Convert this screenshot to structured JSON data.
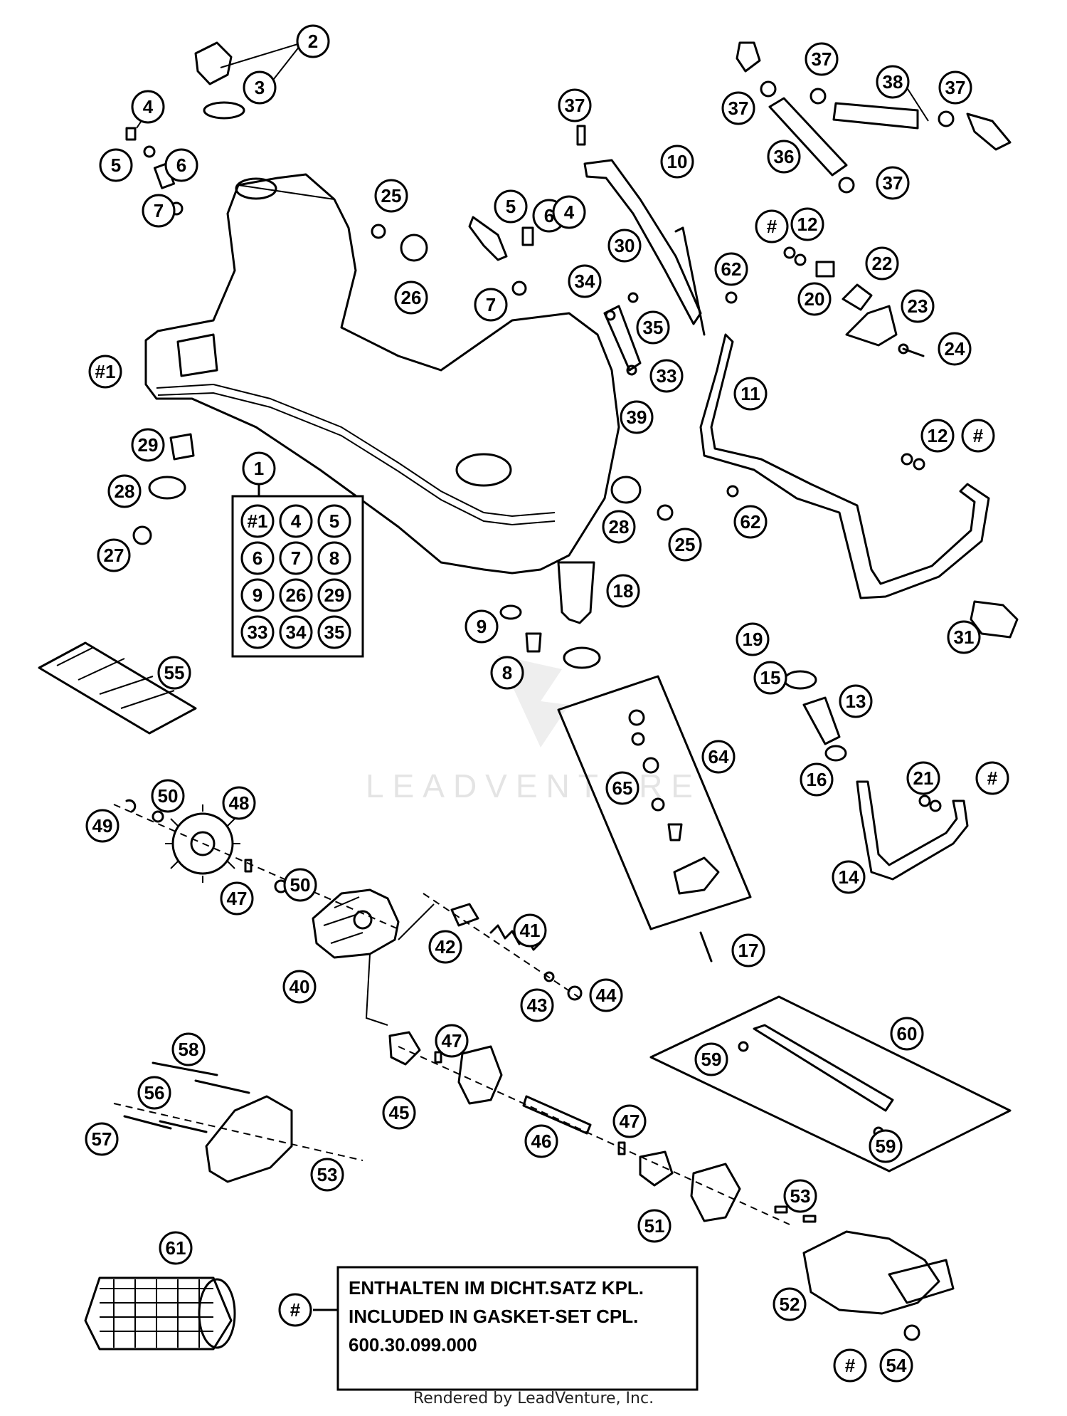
{
  "diagram": {
    "footer": "Rendered by LeadVenture, Inc.",
    "watermark": "LEADVENTURE",
    "note": {
      "symbol": "#",
      "lines": [
        "ENTHALTEN IM DICHT.SATZ KPL.",
        "INCLUDED IN GASKET-SET CPL.",
        "600.30.099.000"
      ]
    },
    "kit_header": "1",
    "kit_items": [
      "#1",
      "4",
      "5",
      "6",
      "7",
      "8",
      "9",
      "26",
      "29",
      "33",
      "34",
      "35"
    ],
    "callouts": [
      {
        "label": "2"
      },
      {
        "label": "3"
      },
      {
        "label": "4"
      },
      {
        "label": "5"
      },
      {
        "label": "6"
      },
      {
        "label": "7"
      },
      {
        "label": "#1"
      },
      {
        "label": "25"
      },
      {
        "label": "26"
      },
      {
        "label": "6"
      },
      {
        "label": "5"
      },
      {
        "label": "4"
      },
      {
        "label": "7"
      },
      {
        "label": "37"
      },
      {
        "label": "10"
      },
      {
        "label": "30"
      },
      {
        "label": "34"
      },
      {
        "label": "35"
      },
      {
        "label": "33"
      },
      {
        "label": "39"
      },
      {
        "label": "37"
      },
      {
        "label": "38"
      },
      {
        "label": "37"
      },
      {
        "label": "37"
      },
      {
        "label": "36"
      },
      {
        "label": "37"
      },
      {
        "label": "#"
      },
      {
        "label": "12"
      },
      {
        "label": "22"
      },
      {
        "label": "20"
      },
      {
        "label": "23"
      },
      {
        "label": "62"
      },
      {
        "label": "24"
      },
      {
        "label": "11"
      },
      {
        "label": "12"
      },
      {
        "label": "#"
      },
      {
        "label": "29"
      },
      {
        "label": "28"
      },
      {
        "label": "27"
      },
      {
        "label": "28"
      },
      {
        "label": "25"
      },
      {
        "label": "62"
      },
      {
        "label": "18"
      },
      {
        "label": "9"
      },
      {
        "label": "19"
      },
      {
        "label": "8"
      },
      {
        "label": "31"
      },
      {
        "label": "55"
      },
      {
        "label": "15"
      },
      {
        "label": "13"
      },
      {
        "label": "64"
      },
      {
        "label": "65"
      },
      {
        "label": "16"
      },
      {
        "label": "21"
      },
      {
        "label": "#"
      },
      {
        "label": "14"
      },
      {
        "label": "17"
      },
      {
        "label": "50"
      },
      {
        "label": "48"
      },
      {
        "label": "49"
      },
      {
        "label": "50"
      },
      {
        "label": "47"
      },
      {
        "label": "41"
      },
      {
        "label": "42"
      },
      {
        "label": "40"
      },
      {
        "label": "43"
      },
      {
        "label": "44"
      },
      {
        "label": "47"
      },
      {
        "label": "45"
      },
      {
        "label": "46"
      },
      {
        "label": "47"
      },
      {
        "label": "60"
      },
      {
        "label": "59"
      },
      {
        "label": "59"
      },
      {
        "label": "58"
      },
      {
        "label": "56"
      },
      {
        "label": "57"
      },
      {
        "label": "53"
      },
      {
        "label": "51"
      },
      {
        "label": "53"
      },
      {
        "label": "52"
      },
      {
        "label": "61"
      },
      {
        "label": "#"
      },
      {
        "label": "54"
      }
    ]
  }
}
